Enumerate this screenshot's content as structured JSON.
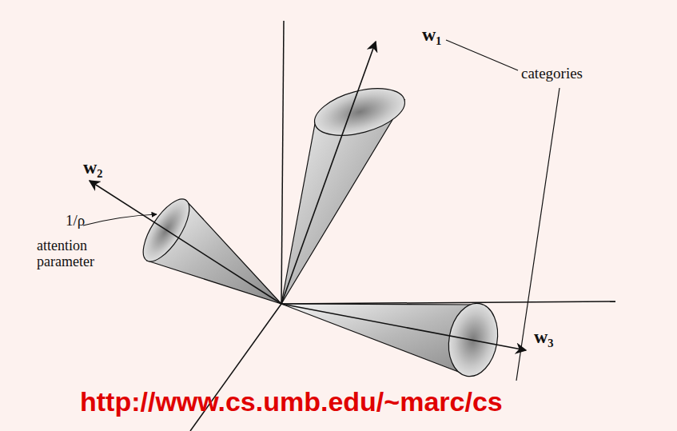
{
  "diagram": {
    "labels": [
      "w₁",
      "categories",
      "w₂",
      "1/ρ",
      "attention parameter",
      "w₃",
      "http://www.cs.umb.edu/~marc/cs"
    ]
  }
}
